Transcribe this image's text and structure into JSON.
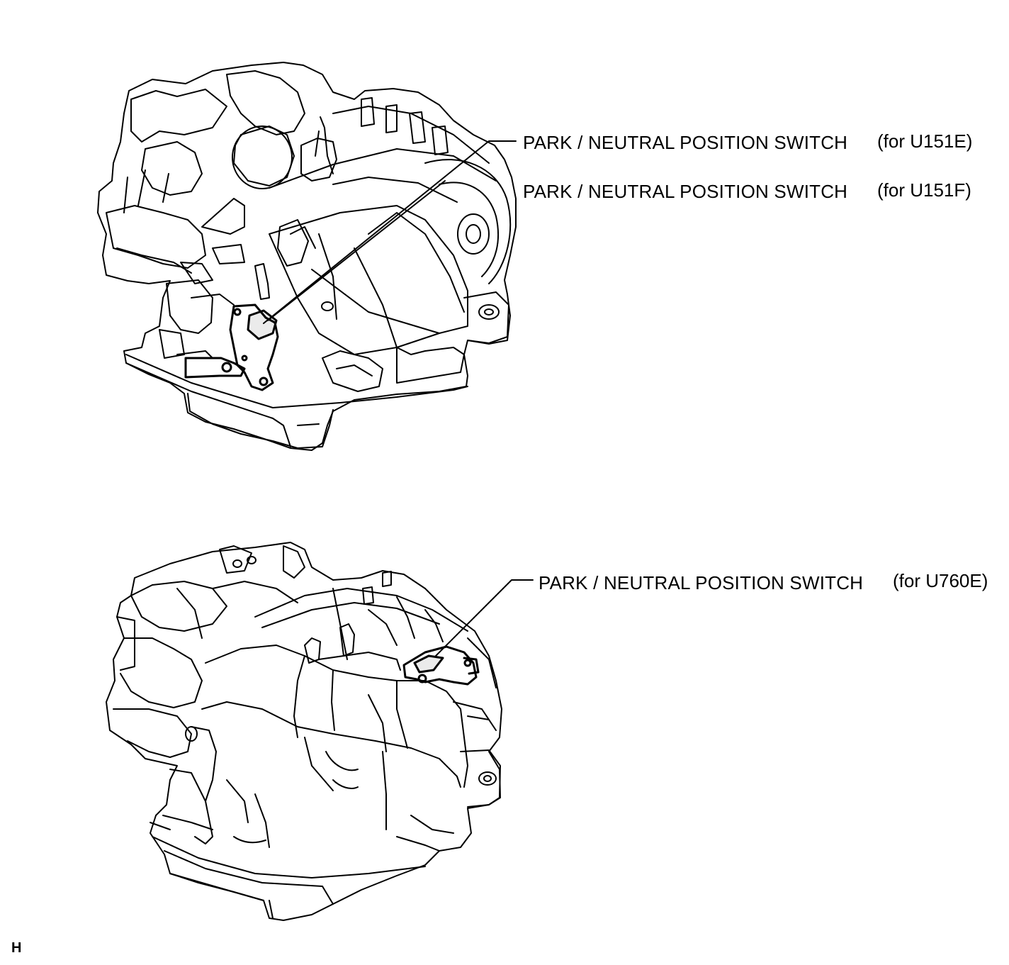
{
  "callouts": [
    {
      "label": "PARK / NEUTRAL POSITION SWITCH",
      "note": "(for U151E)"
    },
    {
      "label": "PARK / NEUTRAL POSITION SWITCH",
      "note": "(for U151F)"
    },
    {
      "label": "PARK / NEUTRAL POSITION SWITCH",
      "note": "(for U760E)"
    }
  ],
  "illustration_code": "H",
  "colors": {
    "ink": "#000000",
    "paper": "#ffffff"
  }
}
